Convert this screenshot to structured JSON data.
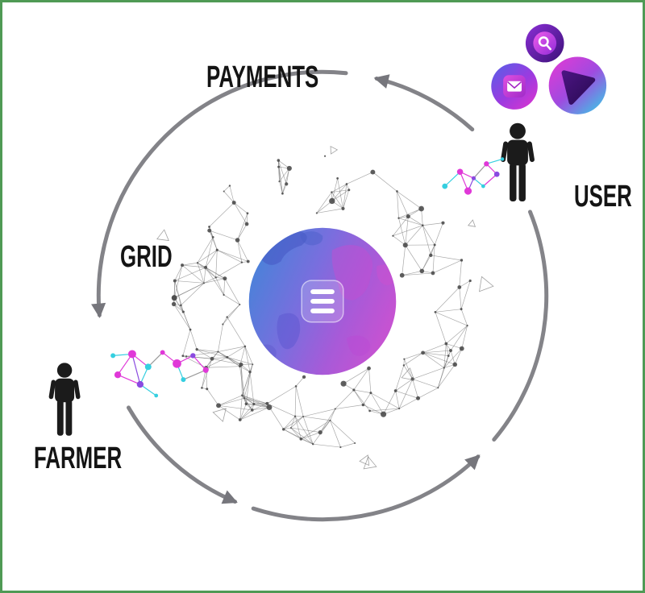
{
  "diagram": {
    "name": "grid-ecosystem-cycle",
    "labels": {
      "payments": "PAYMENTS",
      "user": "USER",
      "grid": "GRID",
      "farmer": "FARMER"
    },
    "globe": {
      "logo_icon": "three-bars-logo"
    },
    "app_icons": [
      {
        "name": "search-icon"
      },
      {
        "name": "mail-icon"
      },
      {
        "name": "prism-icon"
      }
    ],
    "flow_direction": "counterclockwise",
    "colors": {
      "arrow_gray": "#6e6e74",
      "label_black": "#141414",
      "globe_blue": "#3f86d8",
      "globe_purple": "#7a6ede",
      "globe_magenta": "#c553d2",
      "accent_magenta": "#e038d8",
      "accent_cyan": "#35cfe0",
      "accent_purple": "#8a4ae0"
    }
  }
}
